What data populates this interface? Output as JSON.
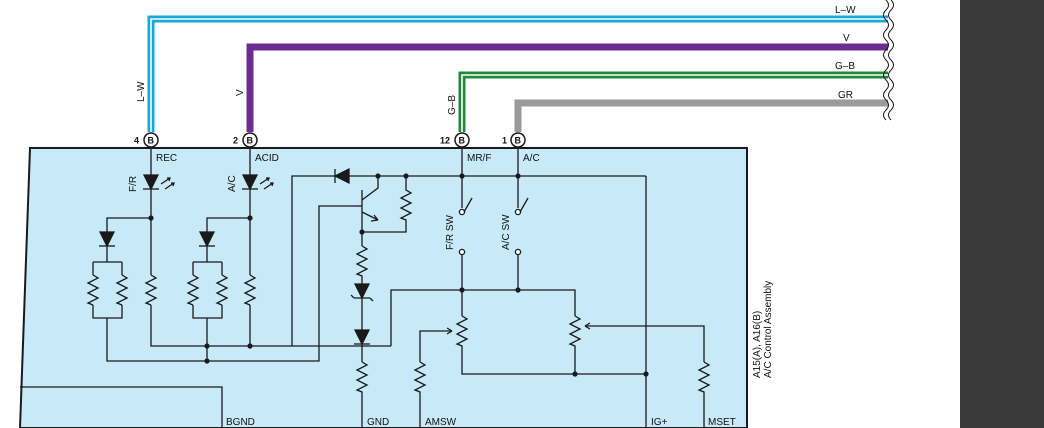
{
  "wires": {
    "lw": {
      "label": "L–W",
      "color": "#1aa7dc"
    },
    "v": {
      "label": "V",
      "color": "#6b2d91"
    },
    "gb": {
      "label": "G–B",
      "color": "#1f8a3a"
    },
    "gr": {
      "label": "GR",
      "color": "#9a9a9a"
    }
  },
  "wire_side_labels": {
    "lw": "L–W",
    "v": "V",
    "gb": "G–B"
  },
  "connectors": [
    {
      "num": "4",
      "letter": "B",
      "name": "REC"
    },
    {
      "num": "2",
      "letter": "B",
      "name": "ACID"
    },
    {
      "num": "12",
      "letter": "B",
      "name": "MR/F"
    },
    {
      "num": "1",
      "letter": "B",
      "name": "A/C"
    }
  ],
  "led_labels": {
    "fr": "F/R",
    "ac": "A/C"
  },
  "switch_labels": {
    "fr": "F/R SW",
    "ac": "A/C SW"
  },
  "bottom_terminals": {
    "bgnd": "BGND",
    "gnd": "GND",
    "amsw": "AMSW",
    "ig": "IG+",
    "mset": "MSET"
  },
  "component": {
    "ref": "A15(A), A16(B)",
    "name": "A/C Control Assembly"
  },
  "colors": {
    "box_fill": "#c8e9f8",
    "line": "#1a1a1a",
    "side_panel": "#3a3a3a"
  }
}
